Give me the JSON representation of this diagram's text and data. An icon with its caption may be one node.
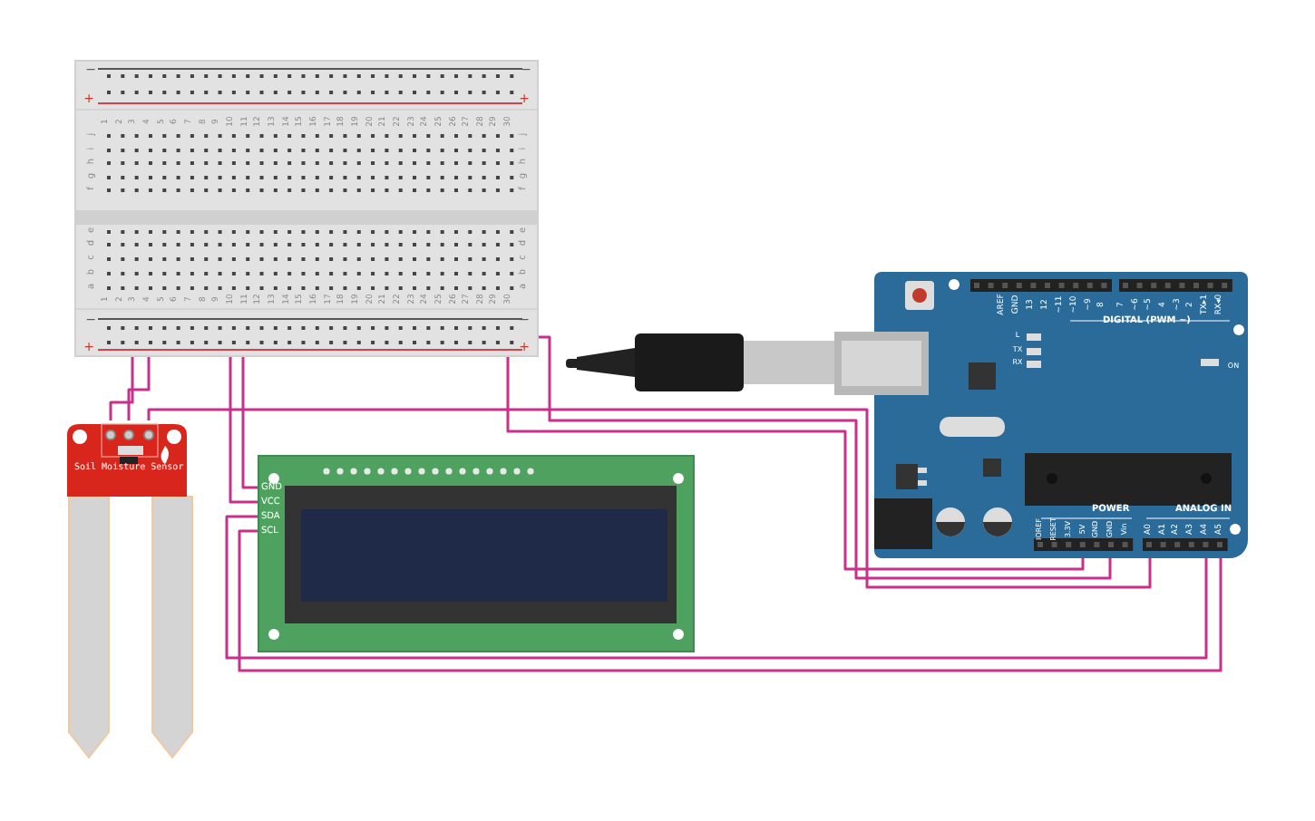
{
  "diagram": {
    "nodes": [
      {
        "text": [],
        "shape": "picture"
      },
      {
        "text": [
          "Soil Moisture Sensor"
        ]
      },
      {
        "text": [
          "GND",
          "VCC",
          "SDA",
          "SCL"
        ]
      },
      {
        "text": [
          "DIGITAL (PWM ~)",
          "POWER",
          "ANALOG IN"
        ]
      }
    ],
    "edges": [
      {
        "from": 1,
        "to": 0,
        "arrow": "none"
      },
      {
        "from": 1,
        "to": 0,
        "arrow": "none"
      },
      {
        "from": 1,
        "to": 3,
        "arrow": "none"
      },
      {
        "from": 0,
        "to": 2,
        "arrow": "none"
      },
      {
        "from": 0,
        "to": 2,
        "arrow": "none"
      },
      {
        "from": 0,
        "to": 3,
        "arrow": "none"
      },
      {
        "from": 0,
        "to": 3,
        "arrow": "none"
      },
      {
        "from": 2,
        "to": 3,
        "arrow": "none"
      },
      {
        "from": 2,
        "to": 3,
        "arrow": "none"
      }
    ],
    "labels": [
      "1",
      "2",
      "3",
      "4",
      "5",
      "6",
      "7",
      "8",
      "9",
      "10",
      "11",
      "12",
      "13",
      "14",
      "15",
      "16",
      "17",
      "18",
      "19",
      "20",
      "21",
      "22",
      "23",
      "24",
      "25",
      "26",
      "27",
      "28",
      "29",
      "30",
      "j",
      "i",
      "h",
      "g",
      "f",
      "j",
      "i",
      "h",
      "g",
      "f",
      "e",
      "d",
      "c",
      "b",
      "a",
      "e",
      "d",
      "c",
      "b",
      "a",
      "1",
      "2",
      "3",
      "4",
      "5",
      "6",
      "7",
      "8",
      "9",
      "10",
      "11",
      "12",
      "13",
      "14",
      "15",
      "16",
      "17",
      "18",
      "19",
      "20",
      "21",
      "22",
      "23",
      "24",
      "25",
      "26",
      "27",
      "28",
      "29",
      "30",
      "−",
      "−",
      "+",
      "+",
      "−",
      "−",
      "+",
      "+",
      "AREF",
      "GND",
      "13",
      "12",
      "~11",
      "~10",
      "~9",
      "8",
      "7",
      "~6",
      "~5",
      "4",
      "~3",
      "2",
      "TX▸1",
      "RX◂0",
      "L",
      "TX",
      "RX",
      "ON",
      "IOREF",
      "RESET",
      "3.3V",
      "5V",
      "GND",
      "GND",
      "Vin",
      "A0",
      "A1",
      "A2",
      "A3",
      "A4",
      "A5"
    ]
  }
}
